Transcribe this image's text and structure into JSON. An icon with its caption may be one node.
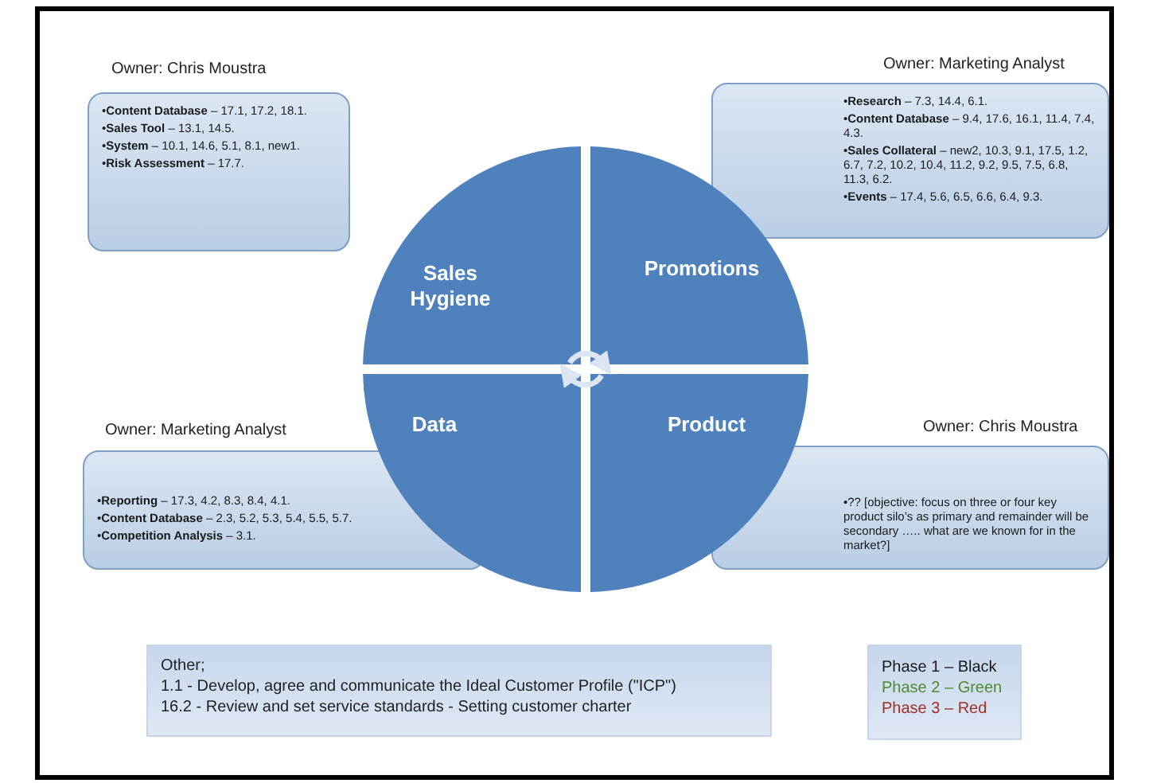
{
  "diagram": {
    "nodes": [
      {
        "text": [
          "Sales Hygiene"
        ]
      },
      {
        "text": [
          "Promotions"
        ]
      },
      {
        "text": [
          "Data"
        ]
      },
      {
        "text": [
          "Product"
        ]
      },
      {
        "text": [
          "•**Content Database** – 17.1, 17.2, 18.1.",
          "•**Sales Tool** – 13.1, 14.5.",
          "•**System** – 10.1, 14.6, 5.1, 8.1, new1.",
          "•**Risk Assessment** – 17.7."
        ],
        "beside": [
          "Owner:  Chris Moustra"
        ]
      },
      {
        "text": [
          "•**Research** – 7.3, 14.4, 6.1.",
          "•**Content Database** – 9.4, 17.6, 16.1, 11.4, 7.4, 4.3.",
          "•**Sales Collateral** – new2, 10.3, 9.1, 17.5, 1.2, 6.7, 7.2, 10.2, 10.4, 11.2, 9.2, 9.5, 7.5, 6.8, 11.3, 6.2.",
          "•**Events** – 17.4, 5.6, 6.5, 6.6, 6.4, 9.3."
        ],
        "beside": [
          "Owner:  Marketing Analyst"
        ]
      },
      {
        "text": [
          "•**Reporting** – 17.3, 4.2, 8.3, 8.4, 4.1.",
          "•**Content Database** – 2.3, 5.2, 5.3, 5.4, 5.5, 5.7.",
          "•**Competition Analysis** – 3.1."
        ],
        "beside": [
          "Owner:  Marketing Analyst"
        ]
      },
      {
        "text": [
          "•?? [objective: focus on three or four key product silo’s as primary and remainder will be secondary ….. what are we known for in the market?]"
        ],
        "beside": [
          "Owner:  Chris Moustra"
        ]
      },
      {
        "text": [
          "Other;",
          "1.1 - Develop, agree and communicate the Ideal Customer Profile (\"ICP\")",
          "16.2 - Review and set service standards - Setting customer charter"
        ]
      }
    ],
    "edges": [
      {
        "from": 0,
        "to": 1,
        "arrow": "to"
      },
      {
        "from": 3,
        "to": 2,
        "arrow": "to"
      }
    ],
    "legend": [
      {
        "text": "Phase 1 – Black",
        "color": "#1a1a1a"
      },
      {
        "text": "Phase 2 – Green",
        "color": "#4e8a2e"
      },
      {
        "text": "Phase 3 – Red",
        "color": "#a0302a"
      }
    ]
  }
}
